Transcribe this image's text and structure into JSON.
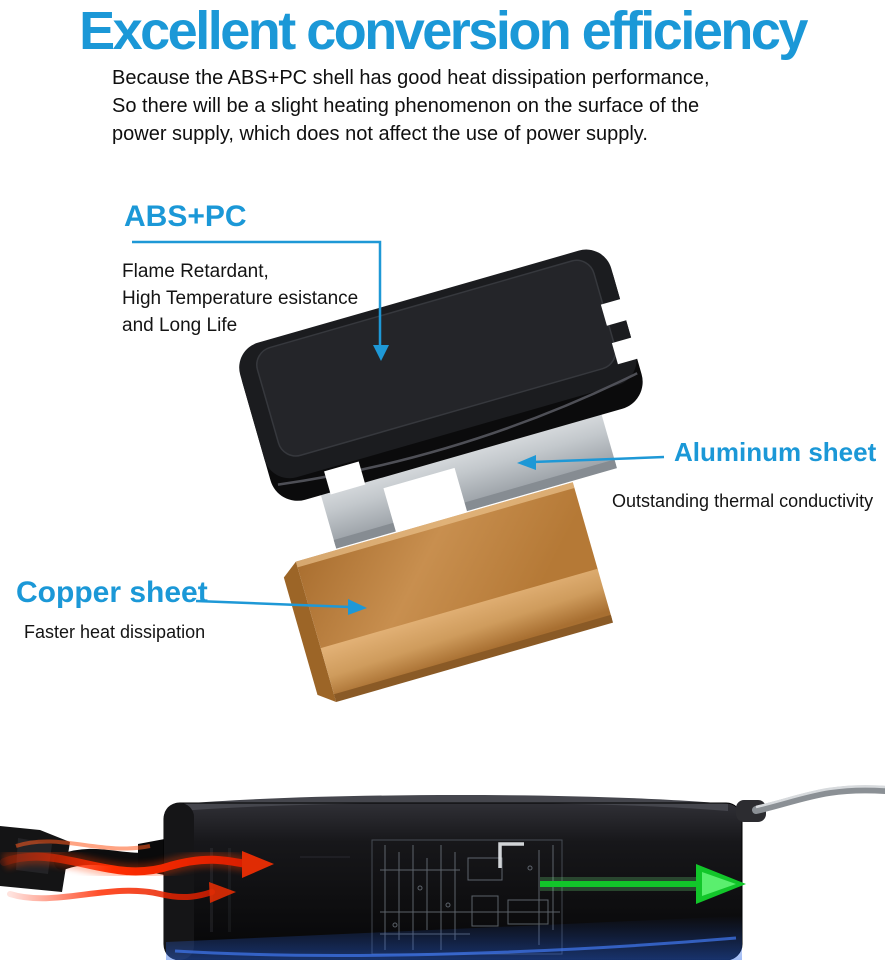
{
  "title": "Excellent conversion efficiency",
  "intro": {
    "line1": "Because the ABS+PC shell has good heat dissipation performance,",
    "line2": "So there will be a slight heating phenomenon on the surface of the",
    "line3": "power supply, which does not affect the use of power supply."
  },
  "callouts": {
    "abs_pc": {
      "heading": "ABS+PC",
      "line1": "Flame Retardant,",
      "line2": "High Temperature esistance",
      "line3": "and Long Life"
    },
    "aluminum": {
      "heading": "Aluminum sheet",
      "description": "Outstanding thermal conductivity"
    },
    "copper": {
      "heading": "Copper sheet",
      "description": "Faster heat dissipation"
    }
  },
  "colors": {
    "heading_blue": "#1b98d7",
    "body_text": "#0f0f0f",
    "shell_black": "#1b1c1f",
    "aluminum_gray": "#c3c8cc",
    "copper_bronze": "#c88f4f",
    "heat_in_red": "#e02c04",
    "heat_out_green": "#12c62a",
    "reflection_blue": "#2f6ae8"
  }
}
